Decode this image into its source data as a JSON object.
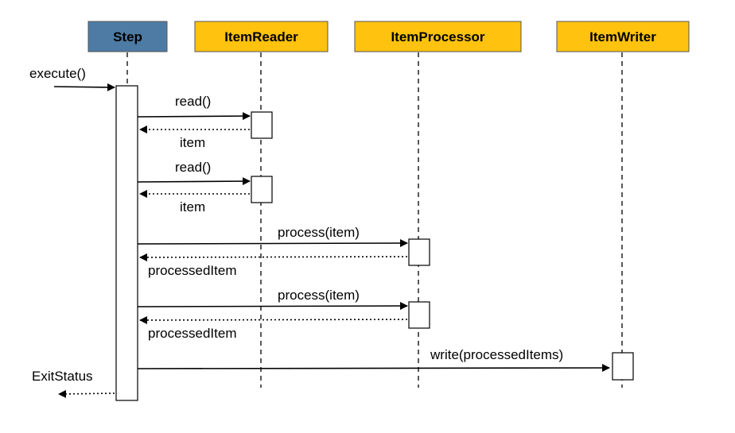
{
  "colors": {
    "step_fill": "#4d7ba4",
    "component_fill": "#ffc20e",
    "line": "#000000"
  },
  "participants": [
    {
      "id": "step",
      "label": "Step"
    },
    {
      "id": "reader",
      "label": "ItemReader"
    },
    {
      "id": "processor",
      "label": "ItemProcessor"
    },
    {
      "id": "writer",
      "label": "ItemWriter"
    }
  ],
  "messages": {
    "execute": "execute()",
    "read_1": "read()",
    "item_1": "item",
    "read_2": "read()",
    "item_2": "item",
    "process_1": "process(item)",
    "processed_1": "processedItem",
    "process_2": "process(item)",
    "processed_2": "processedItem",
    "write": "write(processedItems)",
    "exit_status": "ExitStatus"
  }
}
